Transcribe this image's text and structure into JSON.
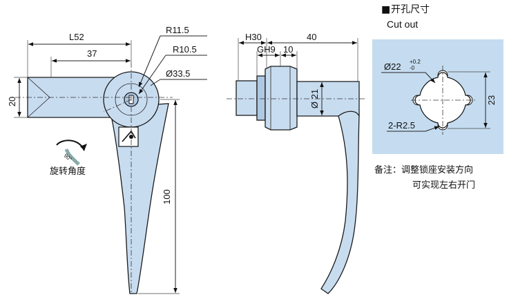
{
  "header": {
    "marker": "■",
    "title": "开孔尺寸",
    "subtitle": "Cut out"
  },
  "front_view": {
    "dims": {
      "l52": "L52",
      "d37": "37",
      "d20": "20",
      "r115": "R11.5",
      "r105": "R10.5",
      "d335": "Ø33.5",
      "d100": "100"
    },
    "rotation_angle": "90°",
    "rotation_label": "旋转角度"
  },
  "side_view": {
    "dims": {
      "h30": "H30",
      "d40": "40",
      "gh9": "GH9",
      "d10": "10",
      "d21": "Ø 21"
    }
  },
  "cutout": {
    "diameter": "Ø22",
    "tol_upper": "+0.2",
    "tol_lower": "-0",
    "height": "23",
    "radius": "2-R2.5",
    "panel_color": "#c5dcf0"
  },
  "note": {
    "line1": "备注：调整锁座安装方向",
    "line2": "可实现左右开门"
  }
}
